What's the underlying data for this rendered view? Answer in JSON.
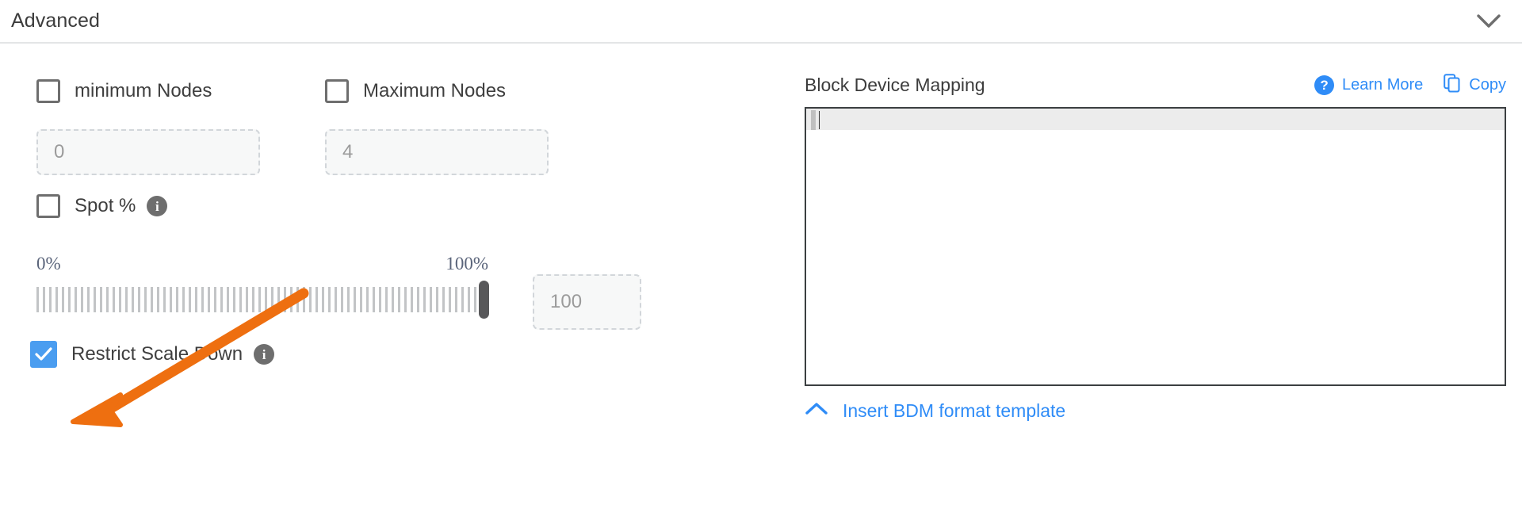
{
  "section": {
    "title": "Advanced",
    "collapse_icon": "chevron-down-icon"
  },
  "advanced": {
    "min_nodes": {
      "label": "minimum Nodes",
      "checked": false,
      "placeholder": "0"
    },
    "max_nodes": {
      "label": "Maximum Nodes",
      "checked": false,
      "placeholder": "4"
    },
    "spot": {
      "label": "Spot %",
      "checked": false,
      "info_icon": "info-icon"
    },
    "slider": {
      "min_label": "0%",
      "max_label": "100%",
      "value": "100",
      "thumb_position_percent": 100
    },
    "restrict_scale_down": {
      "label": "Restrict Scale Down",
      "checked": true,
      "info_icon": "info-icon"
    }
  },
  "block_device_mapping": {
    "title": "Block Device Mapping",
    "learn_more": {
      "label": "Learn More",
      "icon": "question-circle-icon"
    },
    "copy": {
      "label": "Copy",
      "icon": "copy-icon"
    },
    "editor_content": "",
    "insert_template": {
      "label": "Insert BDM format template",
      "icon": "chevron-up-icon"
    }
  },
  "colors": {
    "accent_blue": "#2f8cf7",
    "checkbox_blue": "#4a9df0",
    "annotation_orange": "#ee6f10",
    "text_dark": "#3c3c3c",
    "muted": "#9b9b9b"
  },
  "annotation": {
    "arrow": "orange-arrow-pointing-to-restrict-scale-down"
  }
}
